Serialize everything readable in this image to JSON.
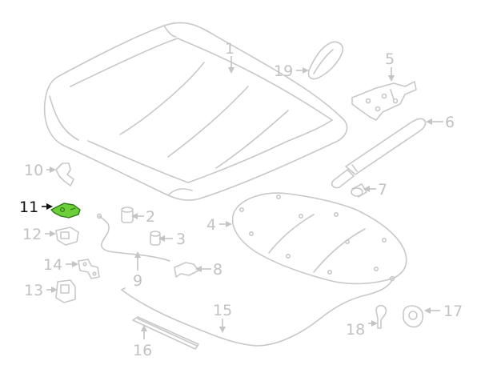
{
  "diagram": {
    "colors": {
      "part_stroke": "#c8c8c8",
      "label": "#c2c2c2",
      "highlight_fill": "#6ccf3a",
      "highlight_stroke": "#2f7a16",
      "active_label": "#111111"
    },
    "selected_part": "11",
    "callouts": [
      {
        "id": "1",
        "label": "1"
      },
      {
        "id": "2",
        "label": "2"
      },
      {
        "id": "3",
        "label": "3"
      },
      {
        "id": "4",
        "label": "4"
      },
      {
        "id": "5",
        "label": "5"
      },
      {
        "id": "6",
        "label": "6"
      },
      {
        "id": "7",
        "label": "7"
      },
      {
        "id": "8",
        "label": "8"
      },
      {
        "id": "9",
        "label": "9"
      },
      {
        "id": "10",
        "label": "10"
      },
      {
        "id": "11",
        "label": "11"
      },
      {
        "id": "12",
        "label": "12"
      },
      {
        "id": "13",
        "label": "13"
      },
      {
        "id": "14",
        "label": "14"
      },
      {
        "id": "15",
        "label": "15"
      },
      {
        "id": "16",
        "label": "16"
      },
      {
        "id": "17",
        "label": "17"
      },
      {
        "id": "18",
        "label": "18"
      },
      {
        "id": "19",
        "label": "19"
      }
    ]
  }
}
